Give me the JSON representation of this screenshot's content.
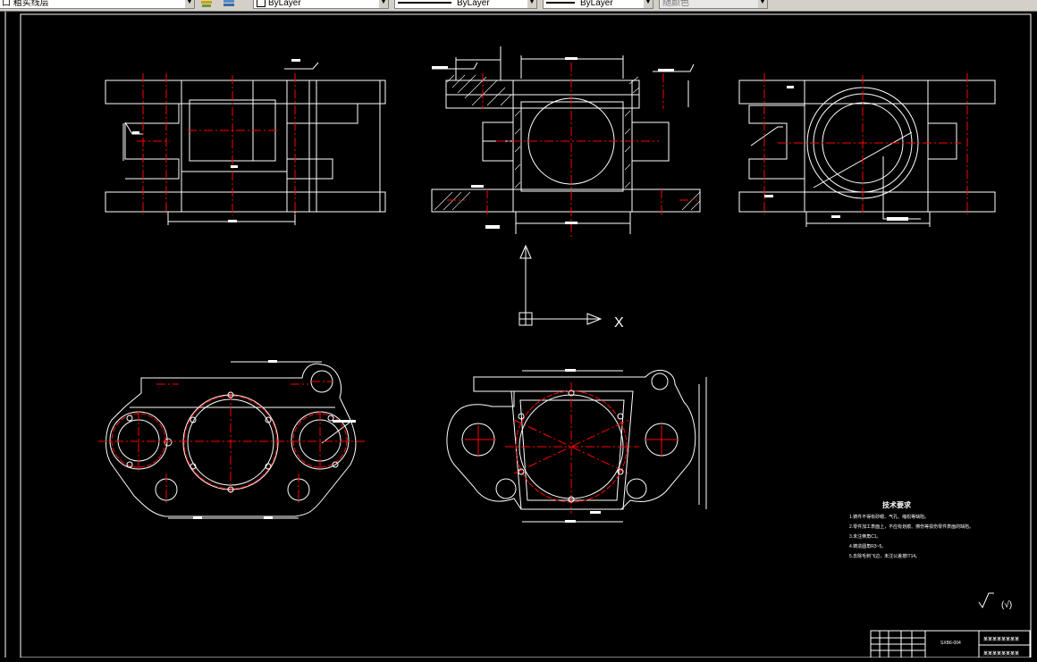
{
  "toolbar": {
    "layer_label": "粗实线层",
    "layer_prefix": "口",
    "color_label": "ByLayer",
    "linetype_label": "ByLayer",
    "lineweight_label": "ByLayer",
    "plotstyle_label": "随颜色"
  },
  "drawing": {
    "tech_title": "技术要求",
    "tech_notes": [
      "1.铸件不得有砂眼、气孔、缩松等缺陷。",
      "2.零件加工表面上，不应有划痕、擦伤等损伤零件表面的缺陷。",
      "3.未注倒角C1。",
      "4.铸造圆角R3~5。",
      "5.去除毛刺飞边，未注公差按IT14。"
    ],
    "roughness_note": "(√)",
    "ucs_x_label": "X",
    "title_block": {
      "drawing_no": "SXB6-004",
      "name_line1": "某某某某某某某某",
      "name_line2": "某某某某某某某某"
    }
  },
  "colors": {
    "outline": "#ffffff",
    "centerline": "#ff0000",
    "dimension": "#ffffff",
    "background": "#000000",
    "toolbar": "#d4d0c8"
  }
}
